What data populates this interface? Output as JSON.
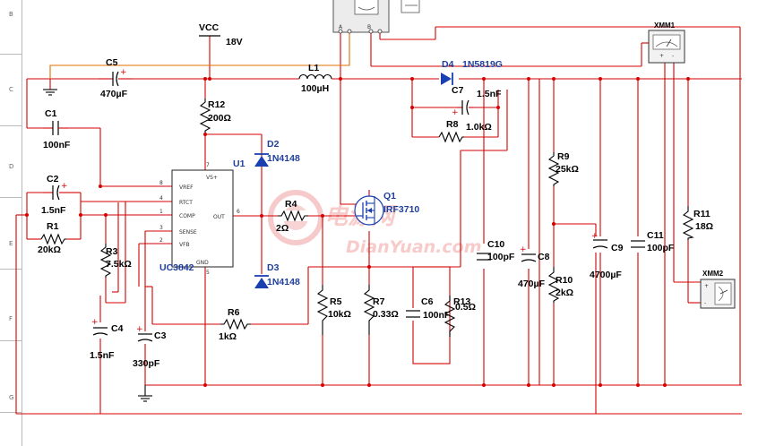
{
  "ruler": {
    "rows": [
      "B",
      "C",
      "D",
      "E",
      "F",
      "G"
    ]
  },
  "supply": {
    "name": "VCC",
    "value": "18V"
  },
  "ic": {
    "ref": "U1",
    "part": "UC3842",
    "pins": {
      "vs": "VS+",
      "vref": "VREF",
      "rtct": "RTCT",
      "comp": "COMP",
      "sense": "SENSE",
      "vfb": "VFB",
      "out": "OUT",
      "gnd": "GND",
      "n_vs": "7",
      "n_vref": "8",
      "n_rtct": "4",
      "n_comp": "1",
      "n_sense": "3",
      "n_vfb": "2",
      "n_out": "6",
      "n_gnd": "5"
    }
  },
  "components": {
    "C5": {
      "ref": "C5",
      "value": "470µF"
    },
    "C1": {
      "ref": "C1",
      "value": "100nF"
    },
    "C2": {
      "ref": "C2",
      "value": "1.5nF"
    },
    "R1": {
      "ref": "R1",
      "value": "20kΩ"
    },
    "R12": {
      "ref": "R12",
      "value": "200Ω"
    },
    "L1": {
      "ref": "L1",
      "value": "100µH"
    },
    "D2": {
      "ref": "D2",
      "value": "1N4148"
    },
    "D3": {
      "ref": "D3",
      "value": "1N4148"
    },
    "D4": {
      "ref": "D4",
      "value": "1N5819G"
    },
    "R3": {
      "ref": "R3",
      "value": "7.5kΩ"
    },
    "C4": {
      "ref": "C4",
      "value": "1.5nF"
    },
    "C3": {
      "ref": "C3",
      "value": "330pF"
    },
    "R6": {
      "ref": "R6",
      "value": "1kΩ"
    },
    "R4": {
      "ref": "R4",
      "value": "2Ω"
    },
    "Q1": {
      "ref": "Q1",
      "value": "IRF3710"
    },
    "R5": {
      "ref": "R5",
      "value": "10kΩ"
    },
    "R7": {
      "ref": "R7",
      "value": "0.33Ω"
    },
    "C6": {
      "ref": "C6",
      "value": "100nF"
    },
    "R13": {
      "ref": "R13",
      "value": "0.5Ω"
    },
    "C7": {
      "ref": "C7",
      "value": "1.5nF"
    },
    "R8": {
      "ref": "R8",
      "value": "1.0kΩ"
    },
    "C10": {
      "ref": "C10",
      "value": "100pF"
    },
    "C8": {
      "ref": "C8",
      "value": "470µF"
    },
    "R9": {
      "ref": "R9",
      "value": "25kΩ"
    },
    "R10": {
      "ref": "R10",
      "value": "2kΩ"
    },
    "C9": {
      "ref": "C9",
      "value": "4700µF"
    },
    "C11": {
      "ref": "C11",
      "value": "100pF"
    },
    "R11": {
      "ref": "R11",
      "value": "18Ω"
    }
  },
  "instruments": {
    "xmm1": {
      "ref": "XMM1",
      "plus": "+",
      "minus": "-"
    },
    "xmm2": {
      "ref": "XMM2"
    },
    "scope": {
      "pin_a": "A",
      "pin_b": "B"
    }
  },
  "watermark": {
    "brand": "电源网",
    "site": "DianYuan.com"
  },
  "colors": {
    "wire": "#d40000",
    "probe_wire": "#e07000",
    "label_blue": "#1f3f9e",
    "diode": "#1a3fb0",
    "watermark": "#f4a2a2"
  }
}
